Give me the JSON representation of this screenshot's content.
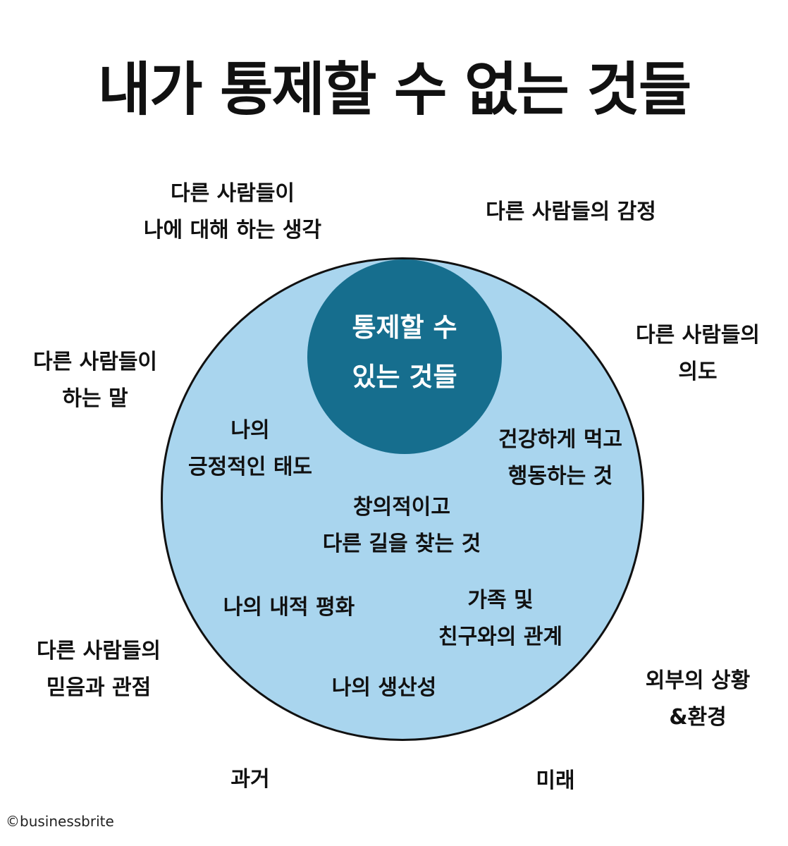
{
  "title": "내가 통제할 수 없는 것들",
  "inner": {
    "center": [
      "통제할 수",
      "있는 것들"
    ],
    "items": [
      [
        "나의",
        "긍정적인 태도"
      ],
      [
        "건강하게 먹고",
        "행동하는 것"
      ],
      [
        "창의적이고",
        "다른 길을 찾는 것"
      ],
      [
        "나의 내적 평화"
      ],
      [
        "가족 및",
        "친구와의 관계"
      ],
      [
        "나의 생산성"
      ]
    ]
  },
  "outer": [
    [
      "다른 사람들이",
      "나에 대해 하는 생각"
    ],
    [
      "다른 사람들의 감정"
    ],
    [
      "다른 사람들이",
      "하는 말"
    ],
    [
      "다른 사람들의",
      "의도"
    ],
    [
      "다른 사람들의",
      "믿음과 관점"
    ],
    [
      "외부의 상황",
      "&환경"
    ],
    [
      "과거"
    ],
    [
      "미래"
    ]
  ],
  "credit": "©businessbrite",
  "colors": {
    "big_circle": "#a9d5ee",
    "small_circle": "#166e8e",
    "text": "#111111"
  }
}
